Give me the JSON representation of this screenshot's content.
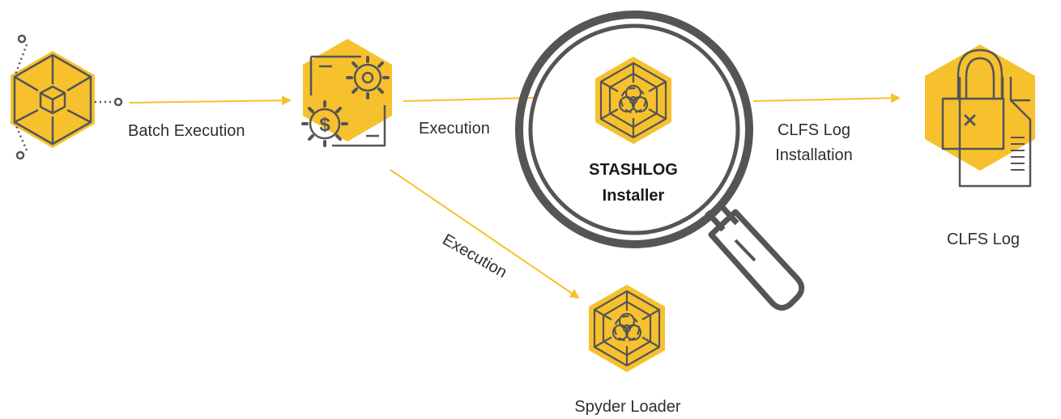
{
  "colors": {
    "accent": "#F7C12E",
    "icon_stroke": "#555555",
    "magnifier": "#555555",
    "text": "#2f2f2f"
  },
  "nodes": {
    "source": {
      "icon": "cube-network-icon"
    },
    "batch": {
      "icon": "gears-money-icon"
    },
    "stashlog": {
      "icon": "biohazard-icon",
      "label_line1": "STASHLOG",
      "label_line2": "Installer"
    },
    "spyder": {
      "icon": "biohazard-icon",
      "label": "Spyder Loader"
    },
    "clfs": {
      "icon": "locked-file-icon",
      "label": "CLFS Log"
    }
  },
  "edges": {
    "batch_execution": "Batch Execution",
    "execution_top": "Execution",
    "execution_diag": "Execution",
    "clfs_install_line1": "CLFS Log",
    "clfs_install_line2": "Installation"
  }
}
